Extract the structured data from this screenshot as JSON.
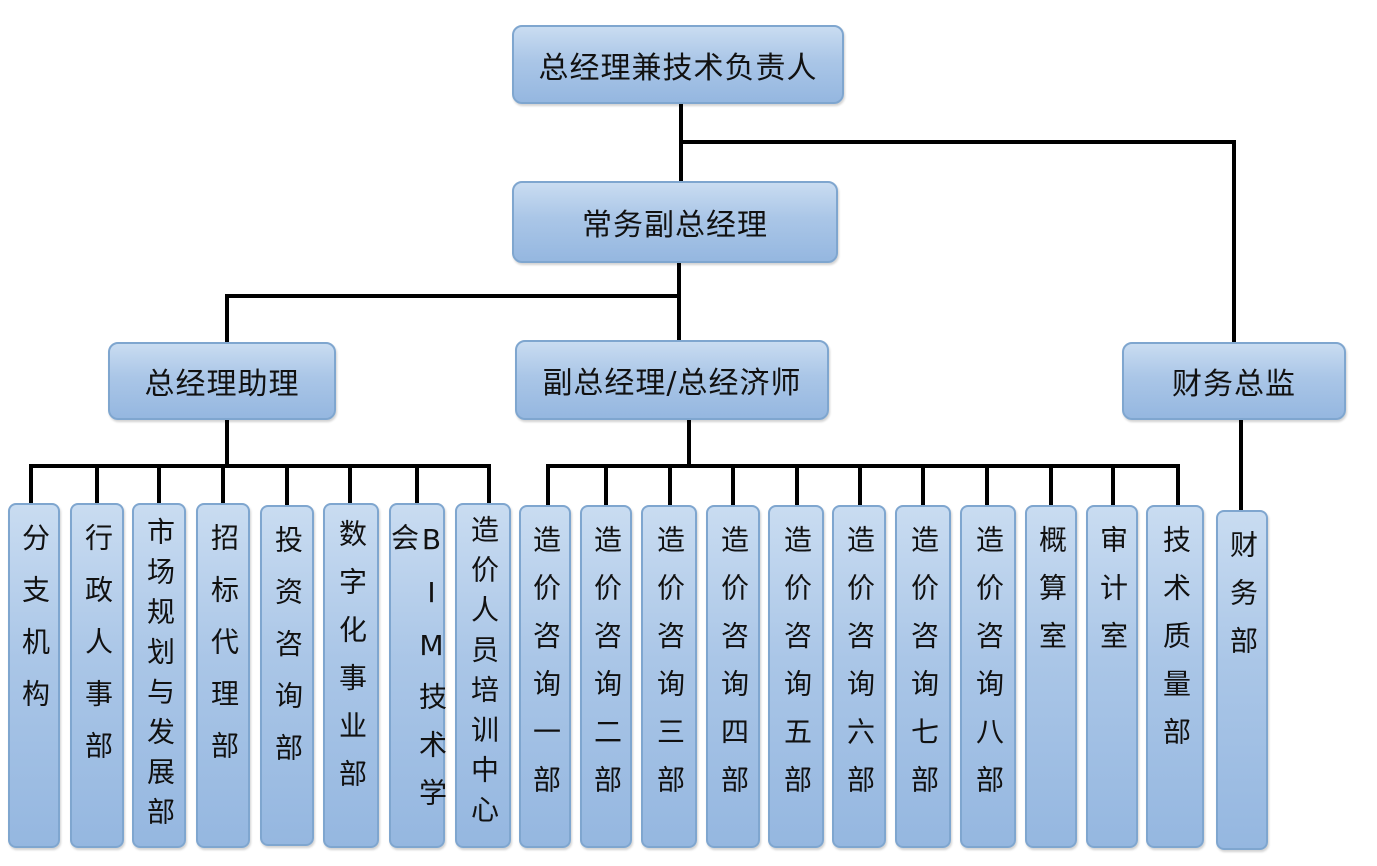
{
  "colors": {
    "box_fill": "#a9c5e7",
    "box_border": "#7fa6cf",
    "connector": "#000000"
  },
  "nodes": {
    "gm": "总经理兼技术负责人",
    "evp": "常务副总经理",
    "assistant": "总经理助理",
    "deputy": "副总经理/总经济师",
    "cfo": "财务总监",
    "branch": "分支机构",
    "hr": "行政人事部",
    "market": "市场规划与发展部",
    "bidding": "招标代理部",
    "invest": "投资咨询部",
    "digital": "数字化事业部",
    "bim": "BIM技术学会",
    "training": "造价人员培训中心",
    "cost1": "造价咨询一部",
    "cost2": "造价咨询二部",
    "cost3": "造价咨询三部",
    "cost4": "造价咨询四部",
    "cost5": "造价咨询五部",
    "cost6": "造价咨询六部",
    "cost7": "造价咨询七部",
    "cost8": "造价咨询八部",
    "budget": "概算室",
    "audit": "审计室",
    "quality": "技术质量部",
    "finance": "财务部"
  }
}
